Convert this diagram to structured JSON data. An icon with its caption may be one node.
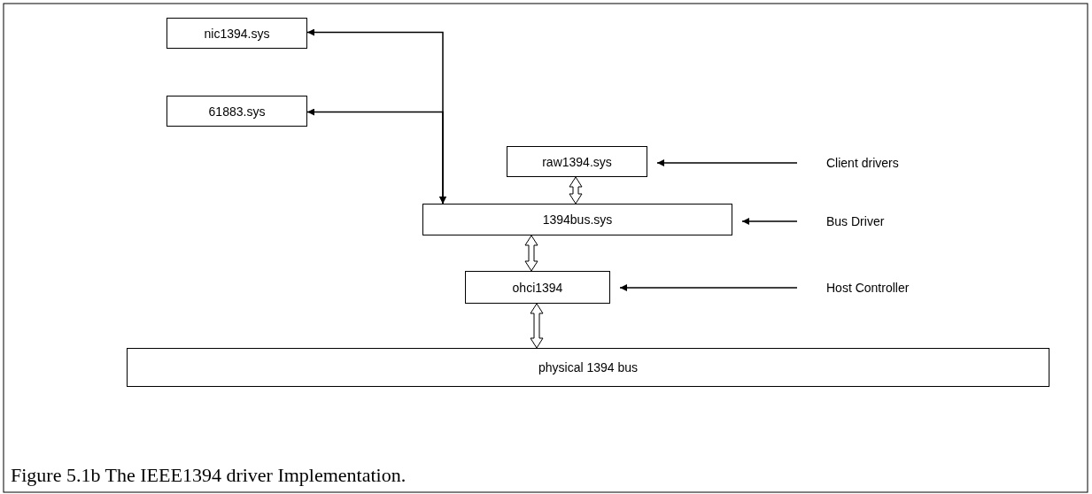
{
  "diagram": {
    "caption": "Figure 5.1b The IEEE1394 driver Implementation.",
    "nodes": [
      {
        "text": [
          "nic1394.sys"
        ]
      },
      {
        "text": [
          "61883.sys"
        ]
      },
      {
        "text": [
          "raw1394.sys"
        ]
      },
      {
        "text": [
          "1394bus.sys"
        ]
      },
      {
        "text": [
          "ohci1394"
        ]
      },
      {
        "text": [
          "physical 1394 bus"
        ]
      },
      {
        "text": [
          "Client drivers"
        ]
      },
      {
        "text": [
          "Bus Driver"
        ]
      },
      {
        "text": [
          "Host Controller"
        ]
      }
    ],
    "edges": [
      {
        "from": 3,
        "to": 0,
        "arrow": "both"
      },
      {
        "from": 3,
        "to": 1,
        "arrow": "both"
      },
      {
        "from": 2,
        "to": 3,
        "arrow": "both",
        "style": "thick"
      },
      {
        "from": 3,
        "to": 4,
        "arrow": "both",
        "style": "thick"
      },
      {
        "from": 4,
        "to": 5,
        "arrow": "both",
        "style": "thick"
      },
      {
        "from": 6,
        "to": 2,
        "arrow": "to"
      },
      {
        "from": 7,
        "to": 3,
        "arrow": "to"
      },
      {
        "from": 8,
        "to": 4,
        "arrow": "to"
      }
    ]
  }
}
